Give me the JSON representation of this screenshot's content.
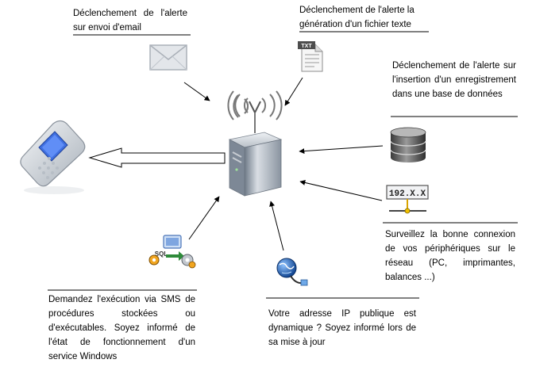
{
  "captions": {
    "email": "Déclenchement de l'alerte sur envoi d'email",
    "file": "Déclenchement de l'alerte la génération d'un fichier texte",
    "database": "Déclenchement de l'alerte sur l'insertion d'un enregistrement dans une base de données",
    "network": "Surveillez la bonne connexion de vos périphériques sur le réseau (PC, imprimantes, balances ...)",
    "ip": "Votre adresse IP publique est dynamique ? Soyez informé lors de sa mise à jour",
    "sms": "Demandez l'exécution via SMS de procédures stockées ou d'exécutables. Soyez informé de l'état de fonctionnement d'un service Windows"
  },
  "icons": {
    "file_badge": "TXT",
    "ip_label": "192.X.X",
    "sms_label": "SQL"
  }
}
